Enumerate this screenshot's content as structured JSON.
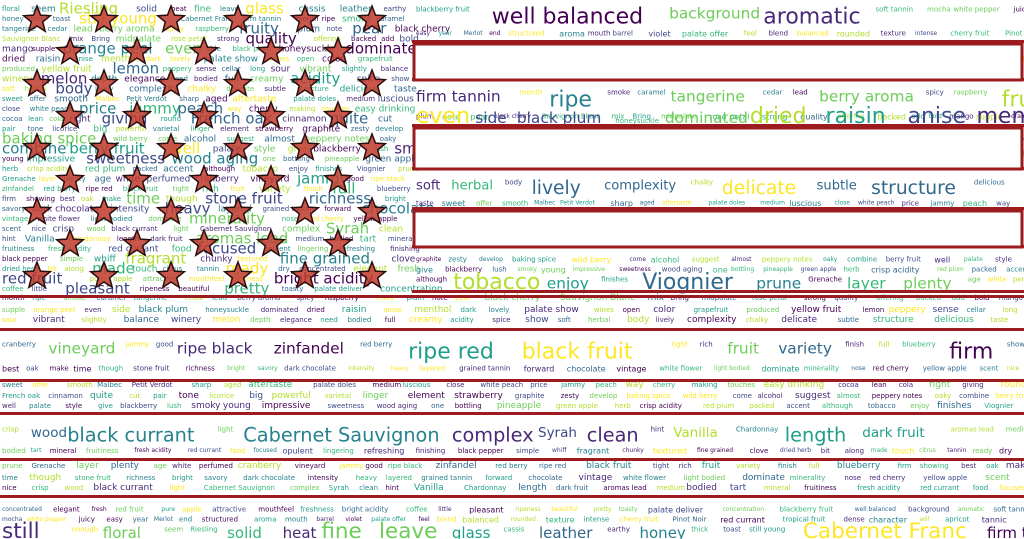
{
  "palette": {
    "stripe": "#9B1B1E",
    "star_fill": "#C0392B",
    "star_stroke": "#2a0d0d",
    "words": [
      "#440154",
      "#482878",
      "#3E4989",
      "#31688E",
      "#26828E",
      "#1F9E89",
      "#35B779",
      "#6DCD59",
      "#B4DE2C",
      "#FDE725"
    ]
  },
  "words": [
    "floral",
    "seem",
    "Riesling",
    "solid",
    "heat",
    "fine",
    "leave",
    "glass",
    "cassis",
    "leather",
    "earthy",
    "honey",
    "thick",
    "toast",
    "still young",
    "Cabernet Franc",
    "firm tannin",
    "month",
    "ripe",
    "smoke",
    "caramel",
    "tangerine",
    "cedar",
    "lead",
    "berry aroma",
    "spicy",
    "raspberry",
    "fruity",
    "plum",
    "note",
    "pear",
    "black cherry",
    "Sauvignon Blanc",
    "mix",
    "Bring",
    "midpalate",
    "rose petal",
    "strong",
    "quality",
    "offering",
    "backed",
    "add",
    "bold",
    "mango",
    "supple",
    "orange peel",
    "even",
    "side",
    "black plum",
    "honeysuckle",
    "dominated",
    "dried",
    "raisin",
    "anise",
    "menthol",
    "dark",
    "lovely",
    "palate show",
    "wines",
    "open",
    "color",
    "grapefruit",
    "produced",
    "yellow fruit",
    "lemon",
    "peppery",
    "sense",
    "cellar",
    "long",
    "sour",
    "vibrant",
    "slightly",
    "balance",
    "winery",
    "melon",
    "depth",
    "elegance",
    "need",
    "bodied",
    "full",
    "creamy",
    "acidity",
    "spice",
    "show",
    "soft",
    "herbal",
    "body",
    "lively",
    "complexity",
    "chalky",
    "delicate",
    "subtle",
    "structure",
    "delicious",
    "taste",
    "sweet",
    "offer",
    "smooth",
    "Malbec",
    "Petit Verdot",
    "sharp",
    "aged",
    "aftertaste",
    "palate doles",
    "medium",
    "luscious",
    "close",
    "white peach",
    "price",
    "jammy",
    "peach",
    "way",
    "cherry",
    "making",
    "touches",
    "easy drinking",
    "cocoa",
    "lean",
    "cola",
    "right",
    "giving",
    "round",
    "French oak",
    "cinnamon",
    "quite",
    "cut",
    "pair",
    "tone",
    "licorice",
    "big",
    "powerful",
    "varietal",
    "linger",
    "element",
    "strawberry",
    "graphite",
    "zesty",
    "develop",
    "baking spice",
    "wild berry",
    "come",
    "alcohol",
    "suggest",
    "almost",
    "peppery notes",
    "oaky",
    "combine",
    "berry fruit",
    "well",
    "palate",
    "style",
    "give",
    "blackberry",
    "lush",
    "smoky",
    "young",
    "impressive",
    "sweetness",
    "wood aging",
    "one",
    "bottling",
    "pineapple",
    "green apple",
    "herb",
    "crisp acidity",
    "red plum",
    "packed",
    "accent",
    "although",
    "tobacco",
    "enjoy",
    "finishes",
    "Viognier",
    "prune",
    "Grenache",
    "layer",
    "plenty",
    "age",
    "white",
    "perfumed",
    "cranberry",
    "vineyard",
    "jammy",
    "good",
    "ripe black",
    "zinfandel",
    "red berry",
    "ripe red",
    "black fruit",
    "tight",
    "rich",
    "fruit",
    "variety",
    "finish",
    "full",
    "blueberry",
    "firm",
    "showing",
    "best",
    "oak",
    "make",
    "time",
    "though",
    "stone fruit",
    "richness",
    "bright",
    "savory",
    "dark chocolate",
    "intensity",
    "heavy",
    "layered",
    "grained tannin",
    "forward",
    "chocolate",
    "vintage",
    "white flower",
    "light bodied",
    "dominate",
    "minerality",
    "nose",
    "red cherry",
    "yellow apple",
    "scent",
    "nice",
    "crisp",
    "wood",
    "black currant",
    "light",
    "Cabernet Sauvignon",
    "complex",
    "Syrah",
    "clean",
    "hint",
    "Vanilla",
    "Chardonnay",
    "length",
    "dark fruit",
    "aromas lead",
    "medium",
    "bodied",
    "tart",
    "mineral",
    "fruitiness",
    "fresh acidity",
    "red currant",
    "food",
    "focused",
    "opulent",
    "lingering",
    "refreshing",
    "finishing",
    "black pepper",
    "simple",
    "whiff",
    "fragrant",
    "chunky",
    "textured",
    "fine grained",
    "clove",
    "dried herb",
    "bit",
    "along",
    "made",
    "touch",
    "citrus",
    "tannin",
    "ready",
    "dry",
    "concentrated",
    "elegant",
    "fresh",
    "red fruit",
    "pure",
    "apple",
    "attractive",
    "mouthfeel",
    "freshness",
    "bright acidity",
    "coffee",
    "little",
    "pleasant",
    "ripeness",
    "beautiful",
    "pretty",
    "toasty",
    "palate deliver",
    "concentration",
    "blackberry fruit",
    "well balanced",
    "background",
    "aromatic",
    "soft tannin",
    "mocha",
    "white pepper",
    "juicy",
    "easy",
    "year",
    "Merlot",
    "end",
    "structured",
    "aroma",
    "mouth",
    "barrel",
    "violet",
    "palate offer",
    "feel",
    "blend",
    "balanced",
    "rounded",
    "texture",
    "intense",
    "cherry fruit",
    "Pinot Noir",
    "red currant",
    "tropical fruit",
    "dense",
    "character",
    "will",
    "apricot",
    "tannic",
    "still",
    "enough"
  ]
}
